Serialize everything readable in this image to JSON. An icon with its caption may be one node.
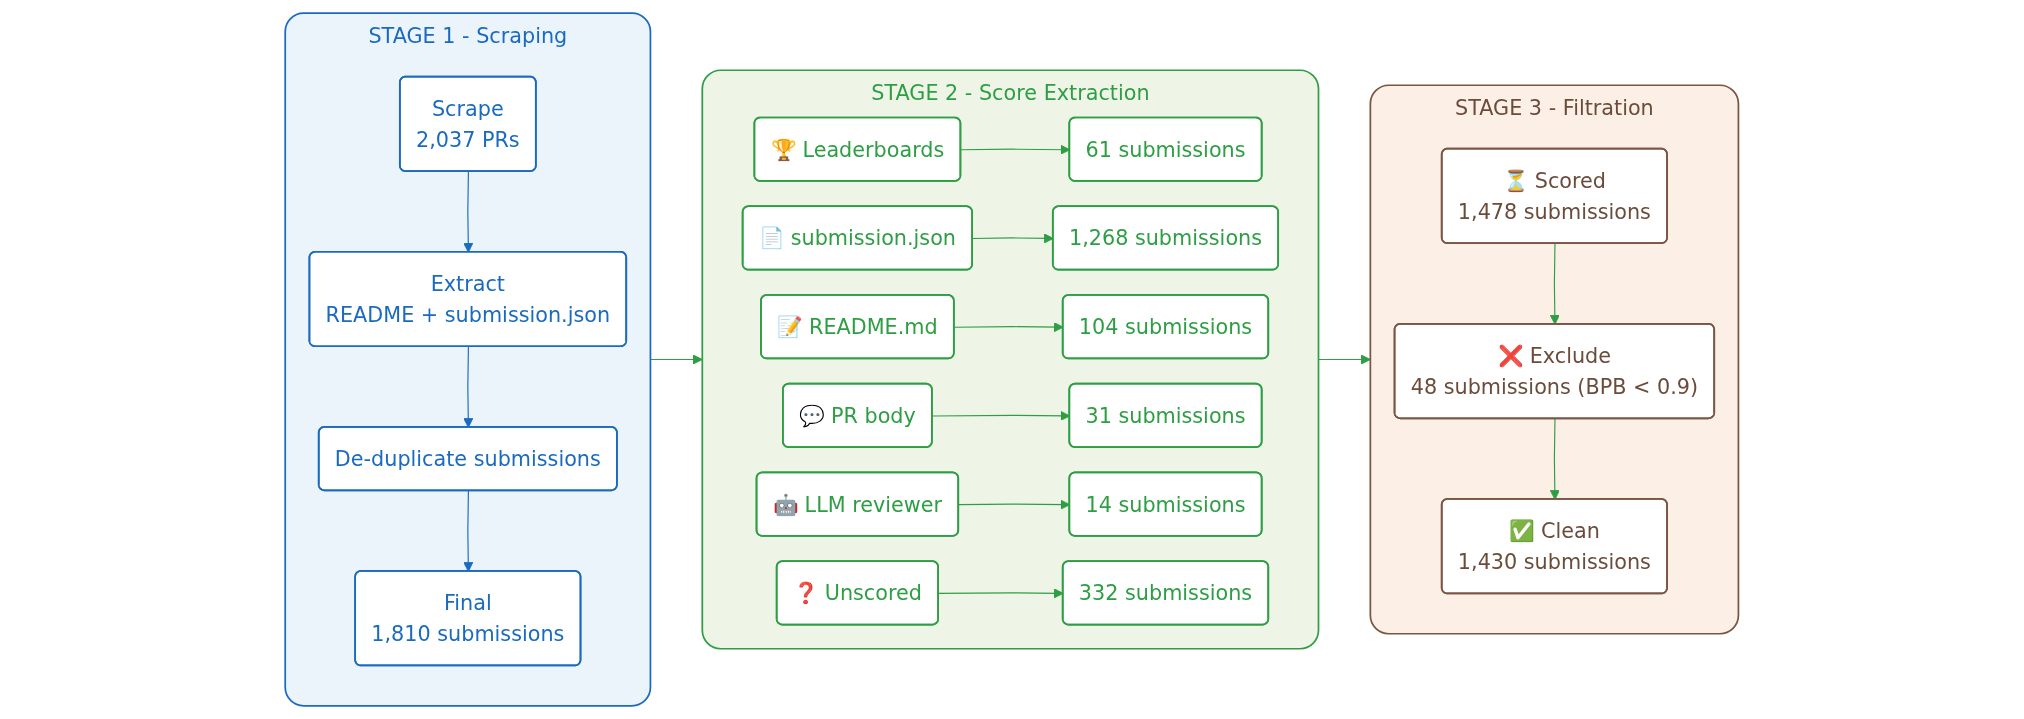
{
  "diagram": {
    "nodes": [
      {
        "text": [
          "STAGE 1 - Scraping"
        ]
      },
      {
        "text": [
          "Scrape",
          "2,037 PRs"
        ],
        "in": 0
      },
      {
        "text": [
          "Extract",
          "README + submission.json"
        ],
        "in": 0
      },
      {
        "text": [
          "De-duplicate submissions"
        ],
        "in": 0
      },
      {
        "text": [
          "Final",
          "1,810 submissions"
        ],
        "in": 0
      },
      {
        "text": [
          "STAGE 2 - Score Extraction"
        ]
      },
      {
        "text": [
          "🏆 Leaderboards"
        ],
        "in": 5
      },
      {
        "text": [
          "61 submissions"
        ],
        "in": 5
      },
      {
        "text": [
          "📄 submission.json"
        ],
        "in": 5
      },
      {
        "text": [
          "1,268 submissions"
        ],
        "in": 5
      },
      {
        "text": [
          "📝 README.md"
        ],
        "in": 5
      },
      {
        "text": [
          "104 submissions"
        ],
        "in": 5
      },
      {
        "text": [
          "💬 PR body"
        ],
        "in": 5
      },
      {
        "text": [
          "31 submissions"
        ],
        "in": 5
      },
      {
        "text": [
          "🤖 LLM reviewer"
        ],
        "in": 5
      },
      {
        "text": [
          "14 submissions"
        ],
        "in": 5
      },
      {
        "text": [
          "❓ Unscored"
        ],
        "in": 5
      },
      {
        "text": [
          "332 submissions"
        ],
        "in": 5
      },
      {
        "text": [
          "STAGE 3 - Filtration"
        ]
      },
      {
        "text": [
          "⏳ Scored",
          "1,478 submissions"
        ],
        "in": 18
      },
      {
        "text": [
          "❌ Exclude",
          "48 submissions (BPB < 0.9)"
        ],
        "in": 18
      },
      {
        "text": [
          "✅ Clean",
          "1,430 submissions"
        ],
        "in": 18
      }
    ],
    "edges": [
      {
        "from": 1,
        "to": 2,
        "arrow": "to",
        "color": "#1a6bbf"
      },
      {
        "from": 2,
        "to": 3,
        "arrow": "to",
        "color": "#1a6bbf"
      },
      {
        "from": 3,
        "to": 4,
        "arrow": "to",
        "color": "#1a6bbf"
      },
      {
        "from": 0,
        "to": 5,
        "arrow": "to"
      },
      {
        "from": 6,
        "to": 7,
        "arrow": "to"
      },
      {
        "from": 8,
        "to": 9,
        "arrow": "to"
      },
      {
        "from": 10,
        "to": 11,
        "arrow": "to"
      },
      {
        "from": 12,
        "to": 13,
        "arrow": "to"
      },
      {
        "from": 14,
        "to": 15,
        "arrow": "to"
      },
      {
        "from": 16,
        "to": 17,
        "arrow": "to"
      },
      {
        "from": 5,
        "to": 18,
        "arrow": "to"
      },
      {
        "from": 19,
        "to": 20,
        "arrow": "to"
      },
      {
        "from": 20,
        "to": 21,
        "arrow": "to"
      }
    ]
  }
}
